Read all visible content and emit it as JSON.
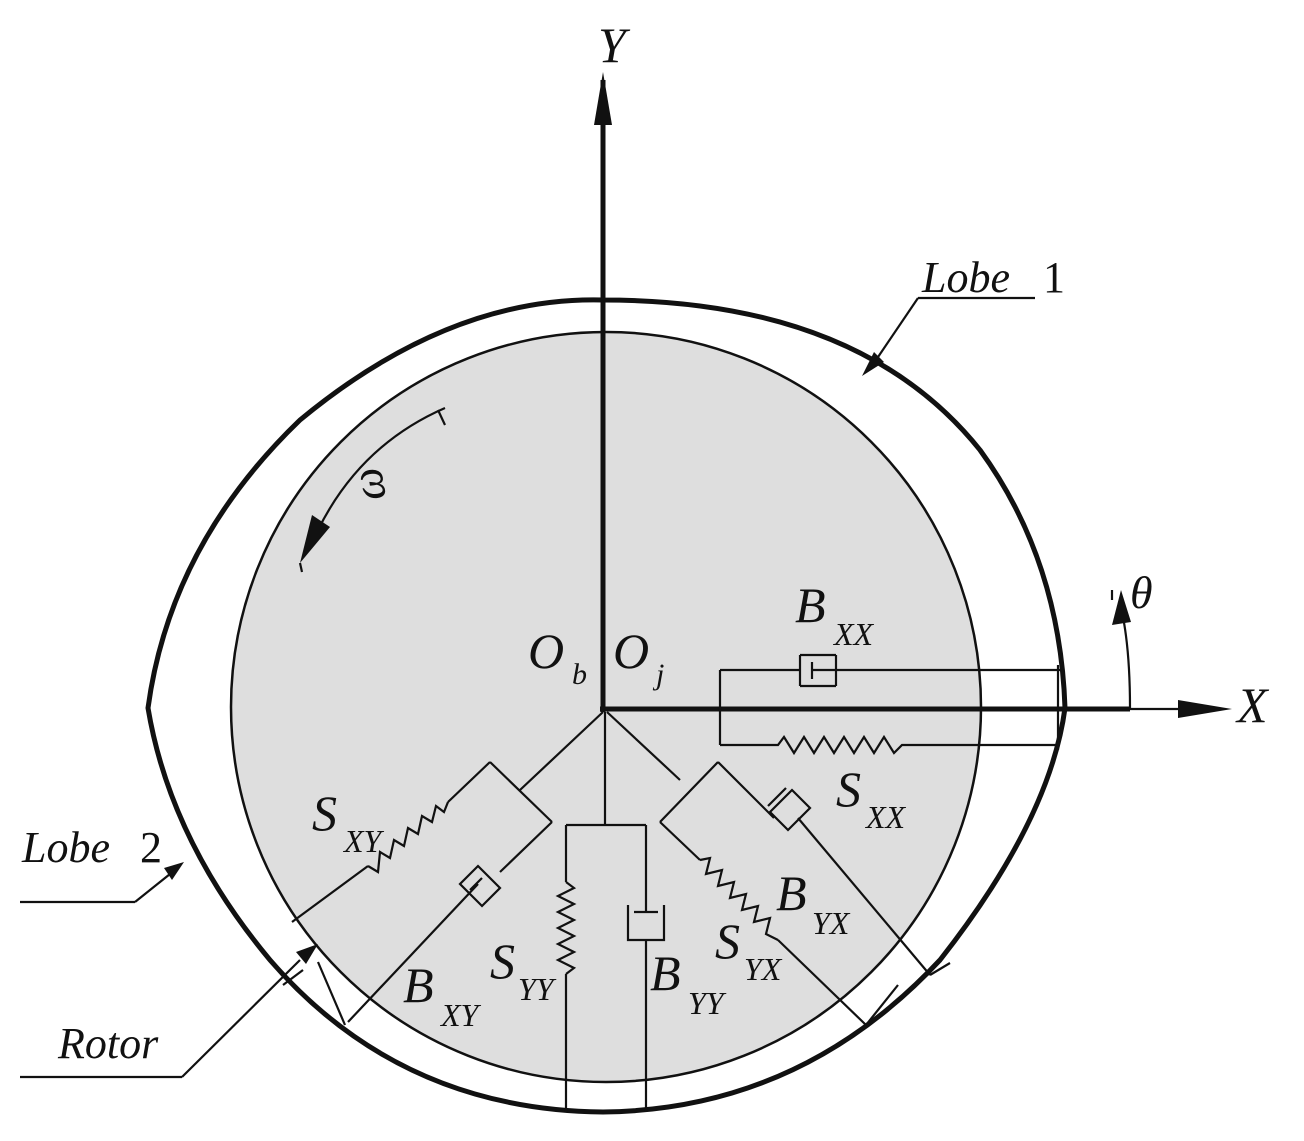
{
  "axes": {
    "x_label": "X",
    "y_label": "Y",
    "theta": "θ"
  },
  "rotation": {
    "omega": "ω"
  },
  "centers": {
    "bearing": {
      "main": "O",
      "sub": "b"
    },
    "journal": {
      "main": "O",
      "sub": "j"
    }
  },
  "lobes": {
    "lobe1": {
      "word": "Lobe",
      "number": "1"
    },
    "lobe2": {
      "word": "Lobe",
      "number": "2"
    },
    "rotor": "Rotor"
  },
  "coefficients": {
    "B_XX": {
      "main": "B",
      "sub": "XX"
    },
    "S_XX": {
      "main": "S",
      "sub": "XX"
    },
    "S_XY": {
      "main": "S",
      "sub": "XY"
    },
    "B_XY": {
      "main": "B",
      "sub": "XY"
    },
    "S_YY": {
      "main": "S",
      "sub": "YY"
    },
    "B_YY": {
      "main": "B",
      "sub": "YY"
    },
    "B_YX": {
      "main": "B",
      "sub": "YX"
    },
    "S_YX": {
      "main": "S",
      "sub": "YX"
    }
  },
  "colors": {
    "rotor_fill": "#dedede",
    "ink": "#111111",
    "background": "#ffffff"
  }
}
